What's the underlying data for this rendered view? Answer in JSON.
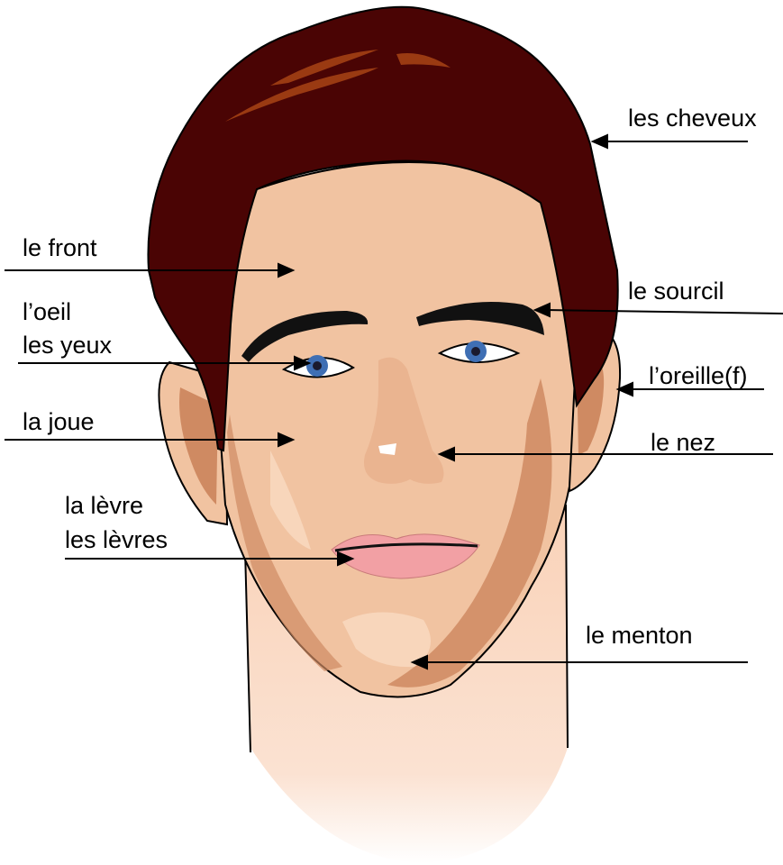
{
  "labels": {
    "hair": "les cheveux",
    "forehead": "le front",
    "eye": "l’oeil",
    "eyes": "les yeux",
    "eyebrow": "le sourcil",
    "ear": "l’oreille(f)",
    "cheek": "la joue",
    "nose": "le nez",
    "lip": "la lèvre",
    "lips": "les lèvres",
    "chin": "le menton"
  },
  "colors": {
    "hair": "#4a0404",
    "hair_highlight": "#9a3a12",
    "skin": "#f1c3a1",
    "skin_shadow": "#cf8a62",
    "skin_light": "#f8d6bb",
    "neck": "#f9d2b8",
    "eyebrow": "#111111",
    "iris": "#3f6fb4",
    "lips": "#f2a0a4",
    "line": "#000000"
  }
}
